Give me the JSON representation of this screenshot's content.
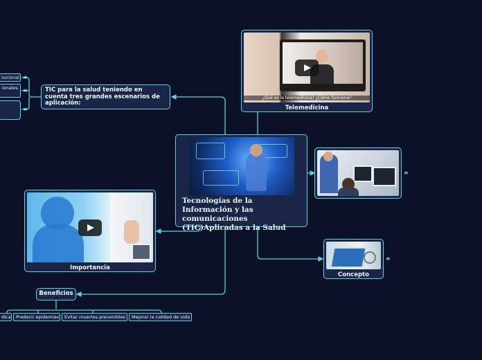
{
  "central": {
    "title": "Tecnologías de la Información y las comunicaciones (TIC)Aplicadas a la Salud"
  },
  "nodes": {
    "telemedicina": {
      "caption": "Telemedicina",
      "video_subtitle": "¿Qué es la telemedicina? ¿Cómo funciona?"
    },
    "lab": {
      "caption": ""
    },
    "concepto": {
      "caption": "Concepto"
    },
    "importancia": {
      "caption": "Importancia"
    },
    "escenarios": {
      "title": "TIC para la salud teniendo en cuenta tres grandes escenarios de aplicación:"
    },
    "beneficios": {
      "title": "Beneficios"
    }
  },
  "left_items": [
    "tucional",
    "ionales",
    ""
  ],
  "benefits": [
    "dica",
    "Predecir epidemias",
    "Evitar muertes prevenibles",
    "Mejorar la calidad de vida"
  ],
  "icons": {
    "menu": "≡"
  },
  "colors": {
    "background": "#0b1228",
    "node_fill": "#1b2547",
    "accent": "#5fd0e6"
  }
}
